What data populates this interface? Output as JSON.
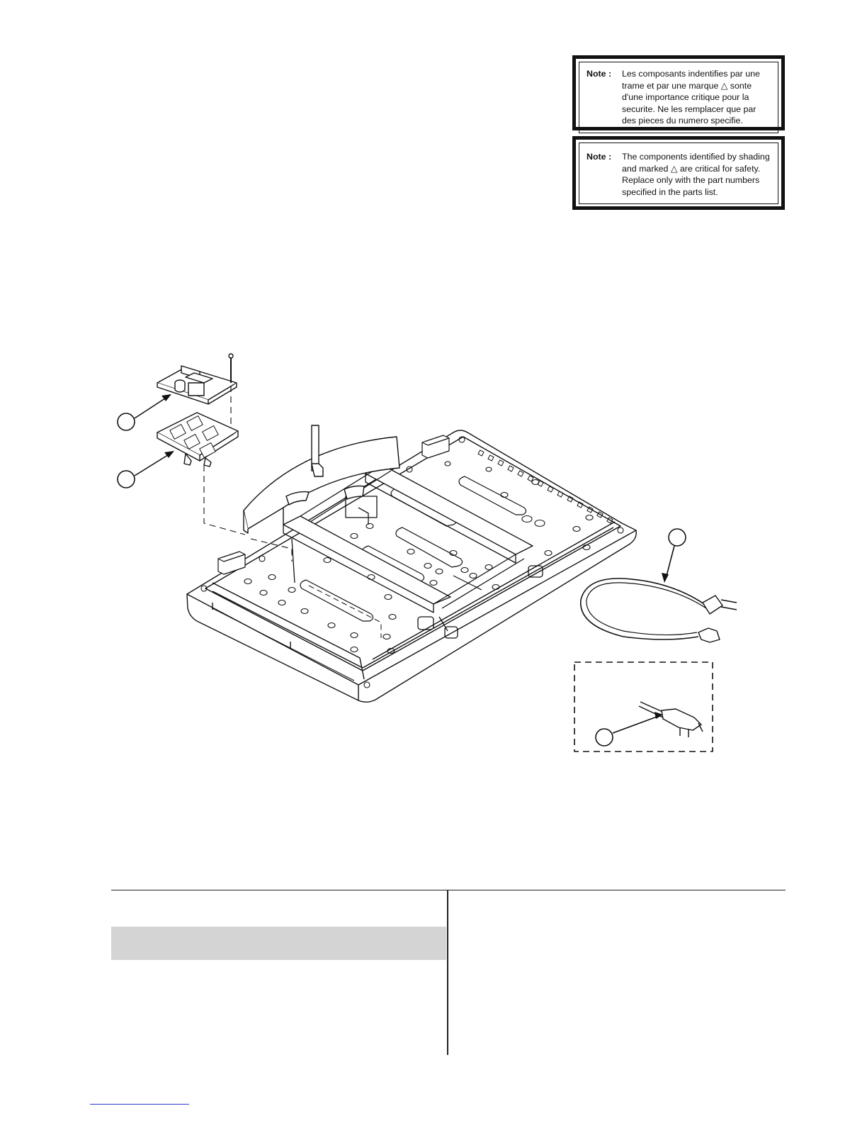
{
  "notes": {
    "french": {
      "label": "Note :",
      "lines": [
        "Les composants indentifies par une",
        "trame et par une marque △  sonte",
        "d'une importance critique pour la",
        "securite. Ne les remplacer que par",
        "des pieces du numero specifie."
      ]
    },
    "english": {
      "label": "Note :",
      "lines": [
        "The components identified by shading",
        "and marked △  are critical for safety.",
        "Replace only with the part numbers",
        "specified in the parts list."
      ]
    }
  },
  "diagram": {
    "callouts": [
      "",
      "",
      "",
      ""
    ],
    "parts": [
      "power-board",
      "board-holder",
      "tv-chassis-base",
      "power-cord",
      "uk-plug-variant"
    ]
  },
  "table": {
    "shaded_row": true
  }
}
